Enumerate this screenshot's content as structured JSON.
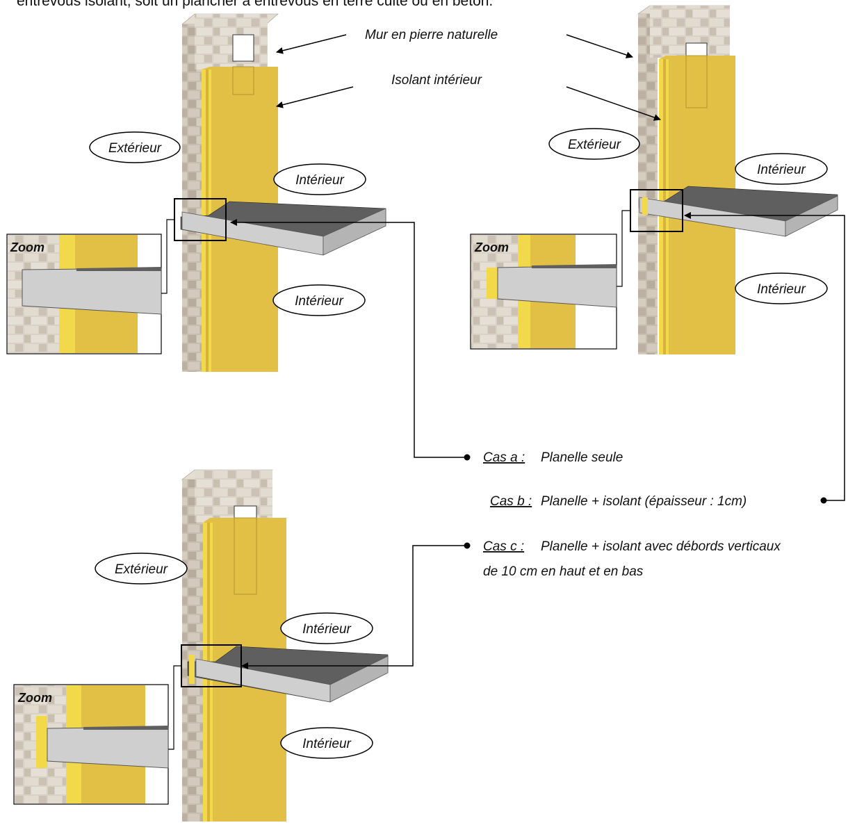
{
  "header_fragment": "entrevous isolant, soit un plancher à entrevous en terre cuite ou en béton.",
  "labels": {
    "wall": "Mur en pierre naturelle",
    "insulation": "Isolant intérieur",
    "exterior": "Extérieur",
    "interior": "Intérieur",
    "zoom": "Zoom"
  },
  "cases": [
    {
      "tag": "Cas a :",
      "text": "Planelle seule"
    },
    {
      "tag": "Cas b :",
      "text": "Planelle + isolant (épaisseur : 1cm)"
    },
    {
      "tag": "Cas c :",
      "text": "Planelle + isolant avec débords verticaux",
      "text2": "de 10 cm en haut et en bas"
    }
  ],
  "colors": {
    "stone": "#d8d0c4",
    "stone_dark": "#b9afa1",
    "insulation": "#e3c046",
    "insulation_light": "#f2d94a",
    "slab_front": "#cfcfcf",
    "slab_top": "#5f5f5f",
    "outline": "#000000"
  }
}
